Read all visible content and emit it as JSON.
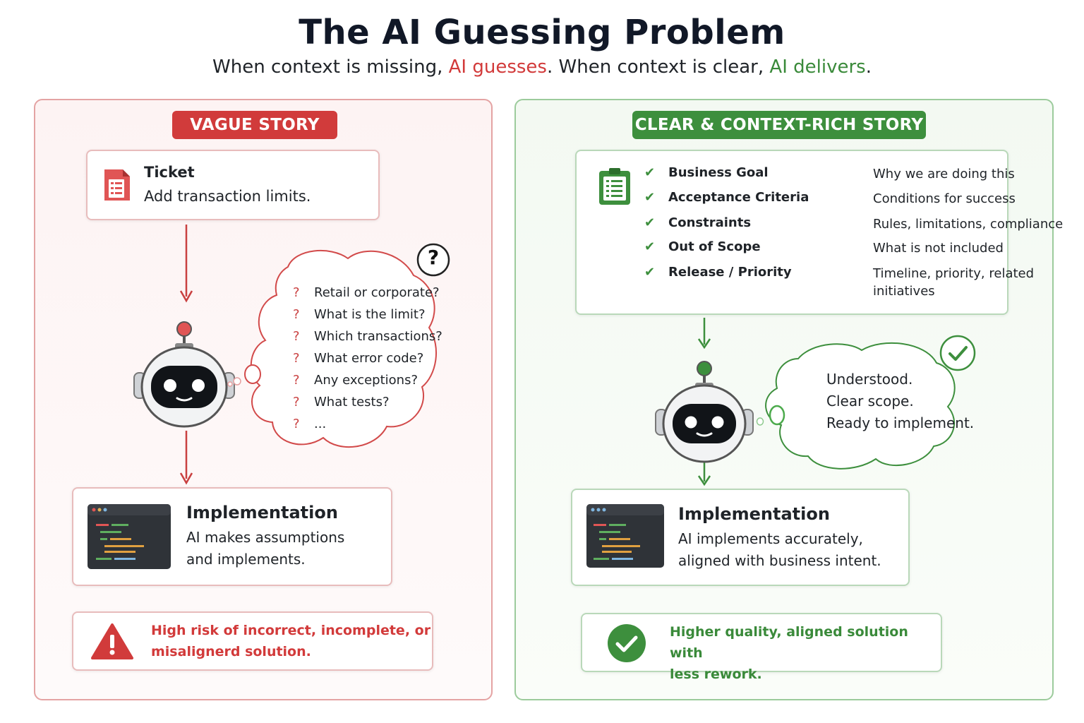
{
  "title": "The AI Guessing Problem",
  "subtitle": {
    "part1": "When context is missing, ",
    "part2": "AI guesses",
    "part3": ". When context is clear, ",
    "part4": "AI delivers",
    "part5": "."
  },
  "left": {
    "pill": "VAGUE STORY",
    "ticket_title": "Ticket",
    "ticket_text": "Add transaction limits.",
    "questions": [
      "Retail or corporate?",
      "What is the limit?",
      "Which transactions?",
      "What error code?",
      "Any exceptions?",
      "What tests?",
      "..."
    ],
    "question_mark": "?",
    "impl_title": "Implementation",
    "impl_line1": "AI makes assumptions",
    "impl_line2": "and implements.",
    "risk_line1": "High risk of incorrect, incomplete, or",
    "risk_line2": "misalignerd solution."
  },
  "right": {
    "pill": "CLEAR & CONTEXT-RICH STORY",
    "criteria": [
      {
        "label": "Business Goal",
        "desc": "Why we are doing this"
      },
      {
        "label": "Acceptance Criteria",
        "desc": "Conditions for success"
      },
      {
        "label": "Constraints",
        "desc": "Rules, limitations, compliance"
      },
      {
        "label": "Out of Scope",
        "desc": "What is not included"
      },
      {
        "label": "Release / Priority",
        "desc": "Timeline, priority, related initiatives"
      }
    ],
    "thought_line1": "Understood.",
    "thought_line2": "Clear scope.",
    "thought_line3": "Ready to implement.",
    "impl_title": "Implementation",
    "impl_line1": "AI implements accurately,",
    "impl_line2": "aligned with business intent.",
    "ok_line1": "Higher quality, aligned solution with",
    "ok_line2": "less rework."
  },
  "colors": {
    "red_accent": "#d13b3b",
    "green_accent": "#3d8f3d"
  }
}
